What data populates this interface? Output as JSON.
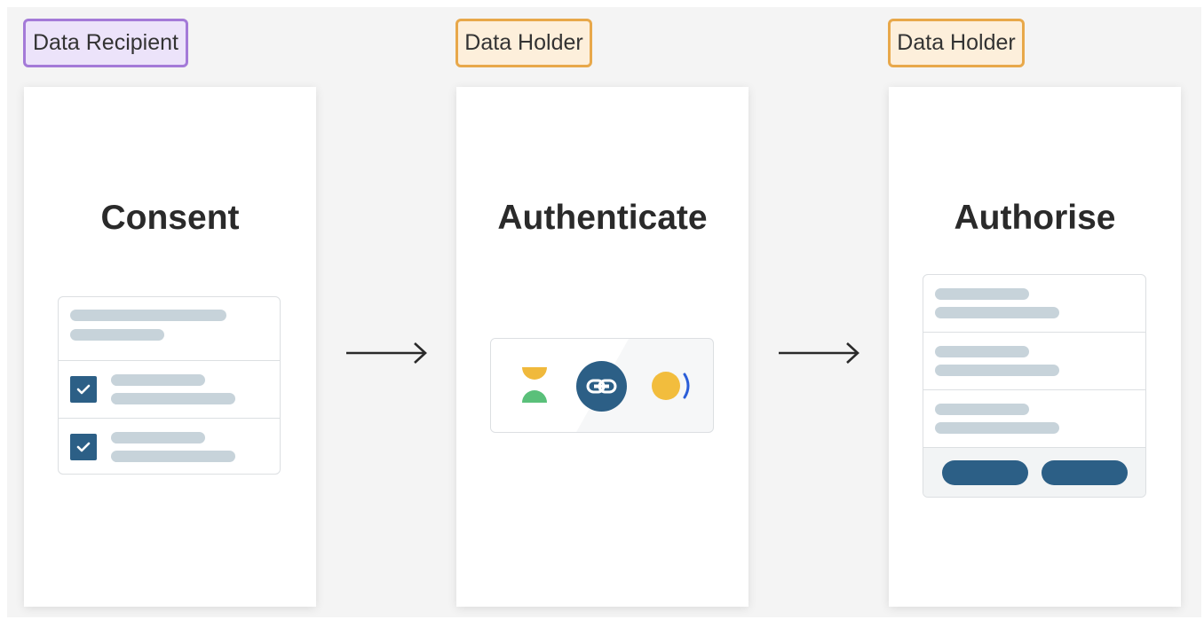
{
  "tags": {
    "recipient": "Data Recipient",
    "holder_1": "Data Holder",
    "holder_2": "Data Holder"
  },
  "steps": [
    {
      "title": "Consent"
    },
    {
      "title": "Authenticate"
    },
    {
      "title": "Authorise"
    }
  ],
  "colors": {
    "recipient_fill": "#ece3fa",
    "recipient_border": "#a47ad8",
    "holder_fill": "#fdefdb",
    "holder_border": "#e8a84a",
    "accent": "#2c5f86",
    "placeholder_bar": "#c7d3da"
  },
  "icons": [
    "checkbox-checked-icon",
    "hourglass-icon",
    "link-icon",
    "coin-contactless-icon",
    "arrow-right-icon"
  ]
}
